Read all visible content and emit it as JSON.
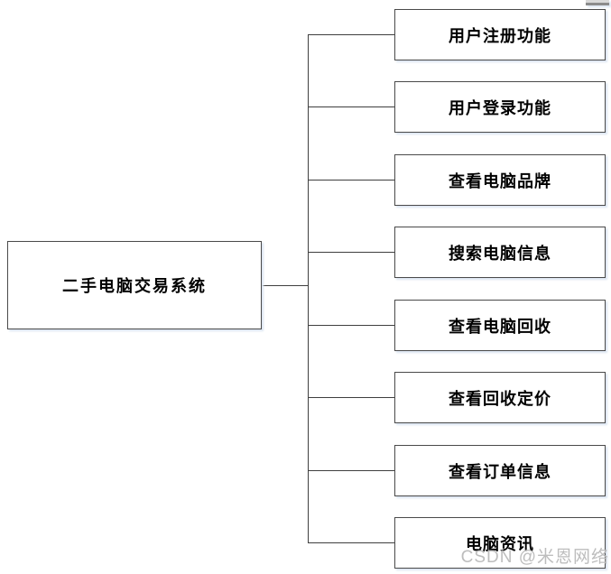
{
  "diagram": {
    "root": {
      "label": "二手电脑交易系统"
    },
    "children": [
      {
        "label": "用户注册功能"
      },
      {
        "label": "用户登录功能"
      },
      {
        "label": "查看电脑品牌"
      },
      {
        "label": "搜索电脑信息"
      },
      {
        "label": "查看电脑回收"
      },
      {
        "label": "查看回收定价"
      },
      {
        "label": "查看订单信息"
      },
      {
        "label": "电脑资讯"
      }
    ]
  },
  "watermark": {
    "text": "CSDN @米恩网络"
  },
  "colors": {
    "background": "#ffffff",
    "box_border": "#4a4a4a",
    "connector_line": "#3f3f3f",
    "box_shadow": "#dbe5f1",
    "text": "#000000",
    "watermark": "#bdbdbd"
  }
}
